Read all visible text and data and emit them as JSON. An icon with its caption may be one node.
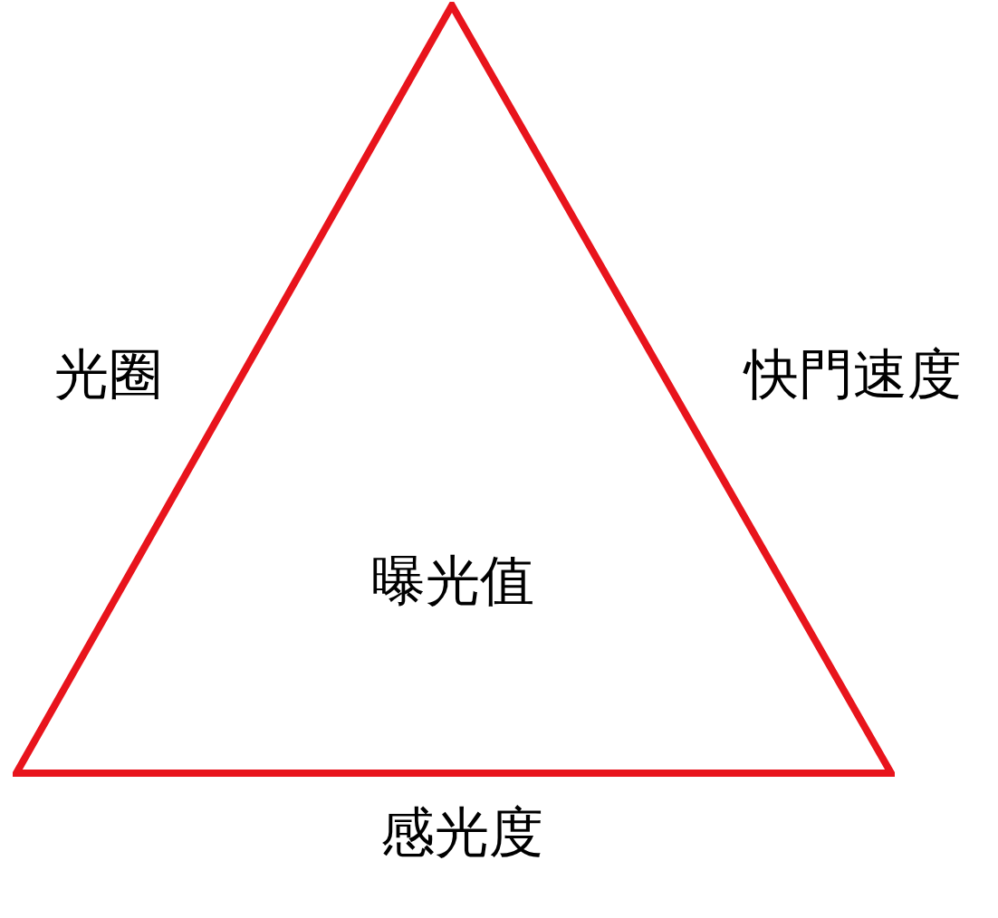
{
  "diagram": {
    "nodes": [
      {
        "text": [
          "曝光值"
        ],
        "beside": [
          "光圈",
          "快門速度",
          "感光度"
        ]
      }
    ]
  }
}
